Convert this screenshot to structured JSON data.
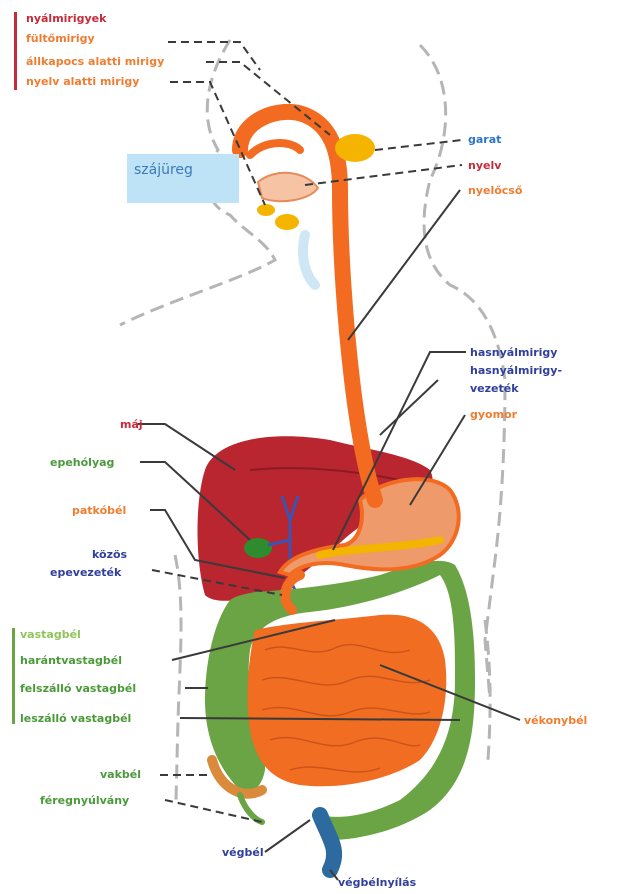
{
  "colors": {
    "liver": "#b9262f",
    "liver_dark": "#8c1a22",
    "esophagus": "#f26b21",
    "stomach": "#ef9a6a",
    "intestine": "#f06d22",
    "colon": "#6aa444",
    "gallbladder": "#2e8b2e",
    "duct": "#3a54b4",
    "saliva": "#f4b400",
    "mouth_box": "#bfe3f6",
    "outline": "#b5b5b5",
    "leader": "#3a3a3a"
  },
  "labels": {
    "salivary_group": [
      "nyálmirigyek",
      "fültőmirigy",
      "állkapocs alatti mirigy",
      "nyelv alatti mirigy"
    ],
    "mouth": "szájüreg",
    "pharynx": "garat",
    "tongue": "nyelv",
    "esophagus": "nyelőcső",
    "pancreas": "hasnyálmirigy",
    "pancreatic_duct": [
      "hasnyálmirigy-",
      "vezeték"
    ],
    "stomach": "gyomor",
    "liver": "máj",
    "gallbladder": "epehólyag",
    "duodenum": "patkóbél",
    "bile_duct": [
      "közös",
      "epevezeték"
    ],
    "colon": "vastagbél",
    "transverse_colon": "harántvastagbél",
    "ascending_colon": "felszálló vastagbél",
    "descending_colon": "leszálló vastagbél",
    "small_intestine": "vékonybél",
    "cecum": "vakbél",
    "appendix": "féregnyúlvány",
    "rectum": "végbél",
    "anus": "végbélnyílás"
  }
}
